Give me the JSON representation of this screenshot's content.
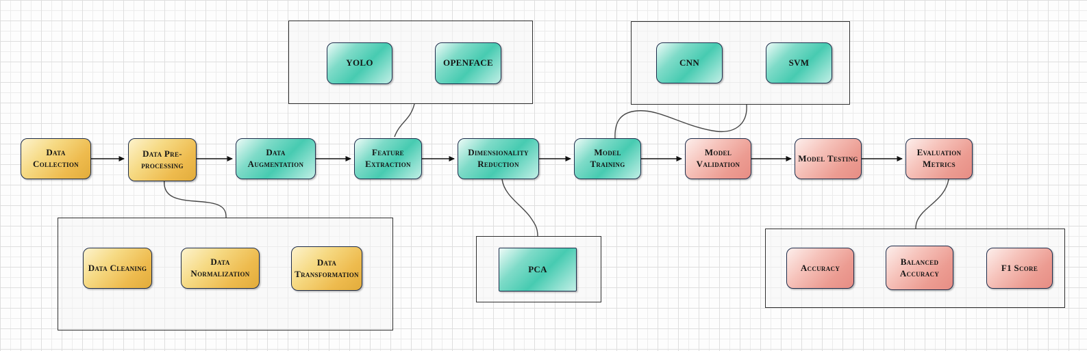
{
  "flow": {
    "nodes": [
      {
        "label": "Data Collection",
        "color": "gold"
      },
      {
        "label": "Data Pre-processing",
        "color": "gold"
      },
      {
        "label": "Data Augmentation",
        "color": "teal"
      },
      {
        "label": "Feature Extraction",
        "color": "teal"
      },
      {
        "label": "Dimensionality Reduction",
        "color": "teal"
      },
      {
        "label": "Model Training",
        "color": "teal"
      },
      {
        "label": "Model Validation",
        "color": "pink"
      },
      {
        "label": "Model Testing",
        "color": "pink"
      },
      {
        "label": "Evaluation Metrics",
        "color": "pink"
      }
    ],
    "edges": [
      "Data Collection -> Data Pre-processing",
      "Data Pre-processing -> Data Augmentation",
      "Data Augmentation -> Feature Extraction",
      "Feature Extraction -> Dimensionality Reduction",
      "Dimensionality Reduction -> Model Training",
      "Model Training -> Model Validation",
      "Model Validation -> Model Testing",
      "Model Testing -> Evaluation Metrics"
    ]
  },
  "groups": {
    "preprocessing_steps": {
      "linked_node": "Data Pre-processing",
      "items": [
        {
          "label": "Data Cleaning",
          "color": "gold"
        },
        {
          "label": "Data Normalization",
          "color": "gold"
        },
        {
          "label": "Data Transformation",
          "color": "gold"
        }
      ]
    },
    "feature_tools": {
      "linked_node": "Feature Extraction",
      "items": [
        {
          "label": "YOLO",
          "color": "teal"
        },
        {
          "label": "OPENFACE",
          "color": "teal"
        }
      ]
    },
    "training_models": {
      "linked_node": "Model Training",
      "items": [
        {
          "label": "CNN",
          "color": "teal"
        },
        {
          "label": "SVM",
          "color": "teal"
        }
      ]
    },
    "reduction_methods": {
      "linked_node": "Dimensionality Reduction",
      "items": [
        {
          "label": "PCA",
          "color": "teal"
        }
      ]
    },
    "evaluation_metrics": {
      "linked_node": "Evaluation Metrics",
      "items": [
        {
          "label": "Accuracy",
          "color": "pink"
        },
        {
          "label": "Balanced Accuracy",
          "color": "pink"
        },
        {
          "label": "F1 Score",
          "color": "pink"
        }
      ]
    }
  },
  "colors": {
    "gold_gradient": [
      "#fdf3cd",
      "#f6da84",
      "#e2ac3b"
    ],
    "teal_gradient": [
      "#edfbf7",
      "#47cbb1",
      "#c2efe6"
    ],
    "pink_gradient": [
      "#fdefec",
      "#ec9c92",
      "#e78d84"
    ],
    "node_border": "#1c2b4a",
    "group_border": "#2e2e2e",
    "connector": "#3c3c3c",
    "grid_minor": "#ececec",
    "grid_major": "#dedede",
    "background": "#fdfdfd"
  }
}
